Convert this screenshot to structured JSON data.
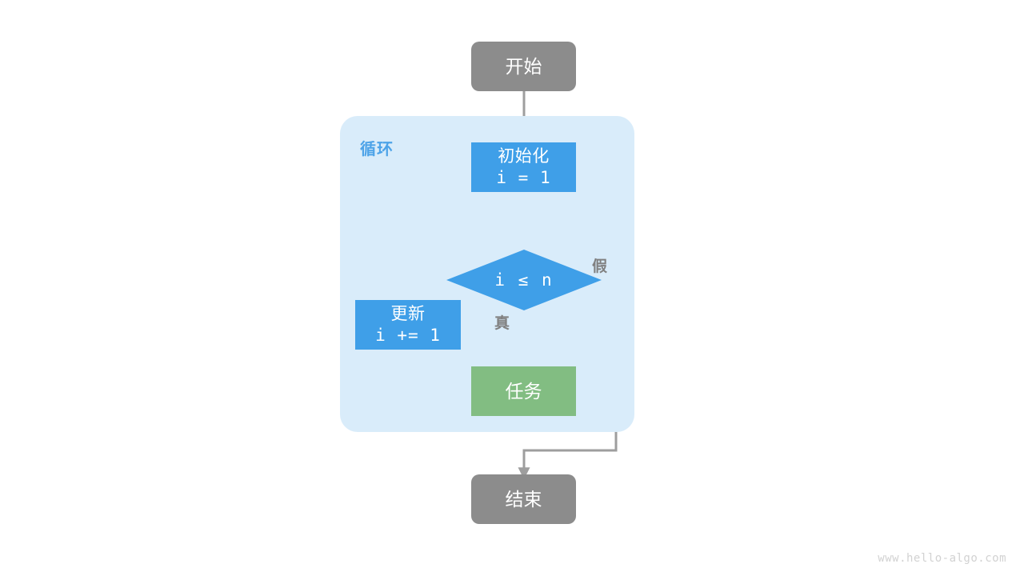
{
  "diagram": {
    "title": "for-loop-flowchart",
    "colors": {
      "terminal": "#8c8c8c",
      "process": "#3f9fe8",
      "task": "#82bd82",
      "loop_container": "#d9ecfa",
      "loop_label": "#4da3e8",
      "connector": "#9e9e9e",
      "branch_label": "#808080",
      "watermark": "#d2d2d2",
      "background": "#ffffff"
    },
    "nodes": {
      "start": {
        "label": "开始"
      },
      "init": {
        "label_cn": "初始化",
        "label_code": "i = 1"
      },
      "decision": {
        "label": "i ≤ n"
      },
      "update": {
        "label_cn": "更新",
        "label_code": "i += 1"
      },
      "task": {
        "label": "任务"
      },
      "end": {
        "label": "结束"
      }
    },
    "loop": {
      "label": "循环"
    },
    "branches": {
      "true_label": "真",
      "false_label": "假"
    },
    "watermark": "www.hello-algo.com"
  }
}
